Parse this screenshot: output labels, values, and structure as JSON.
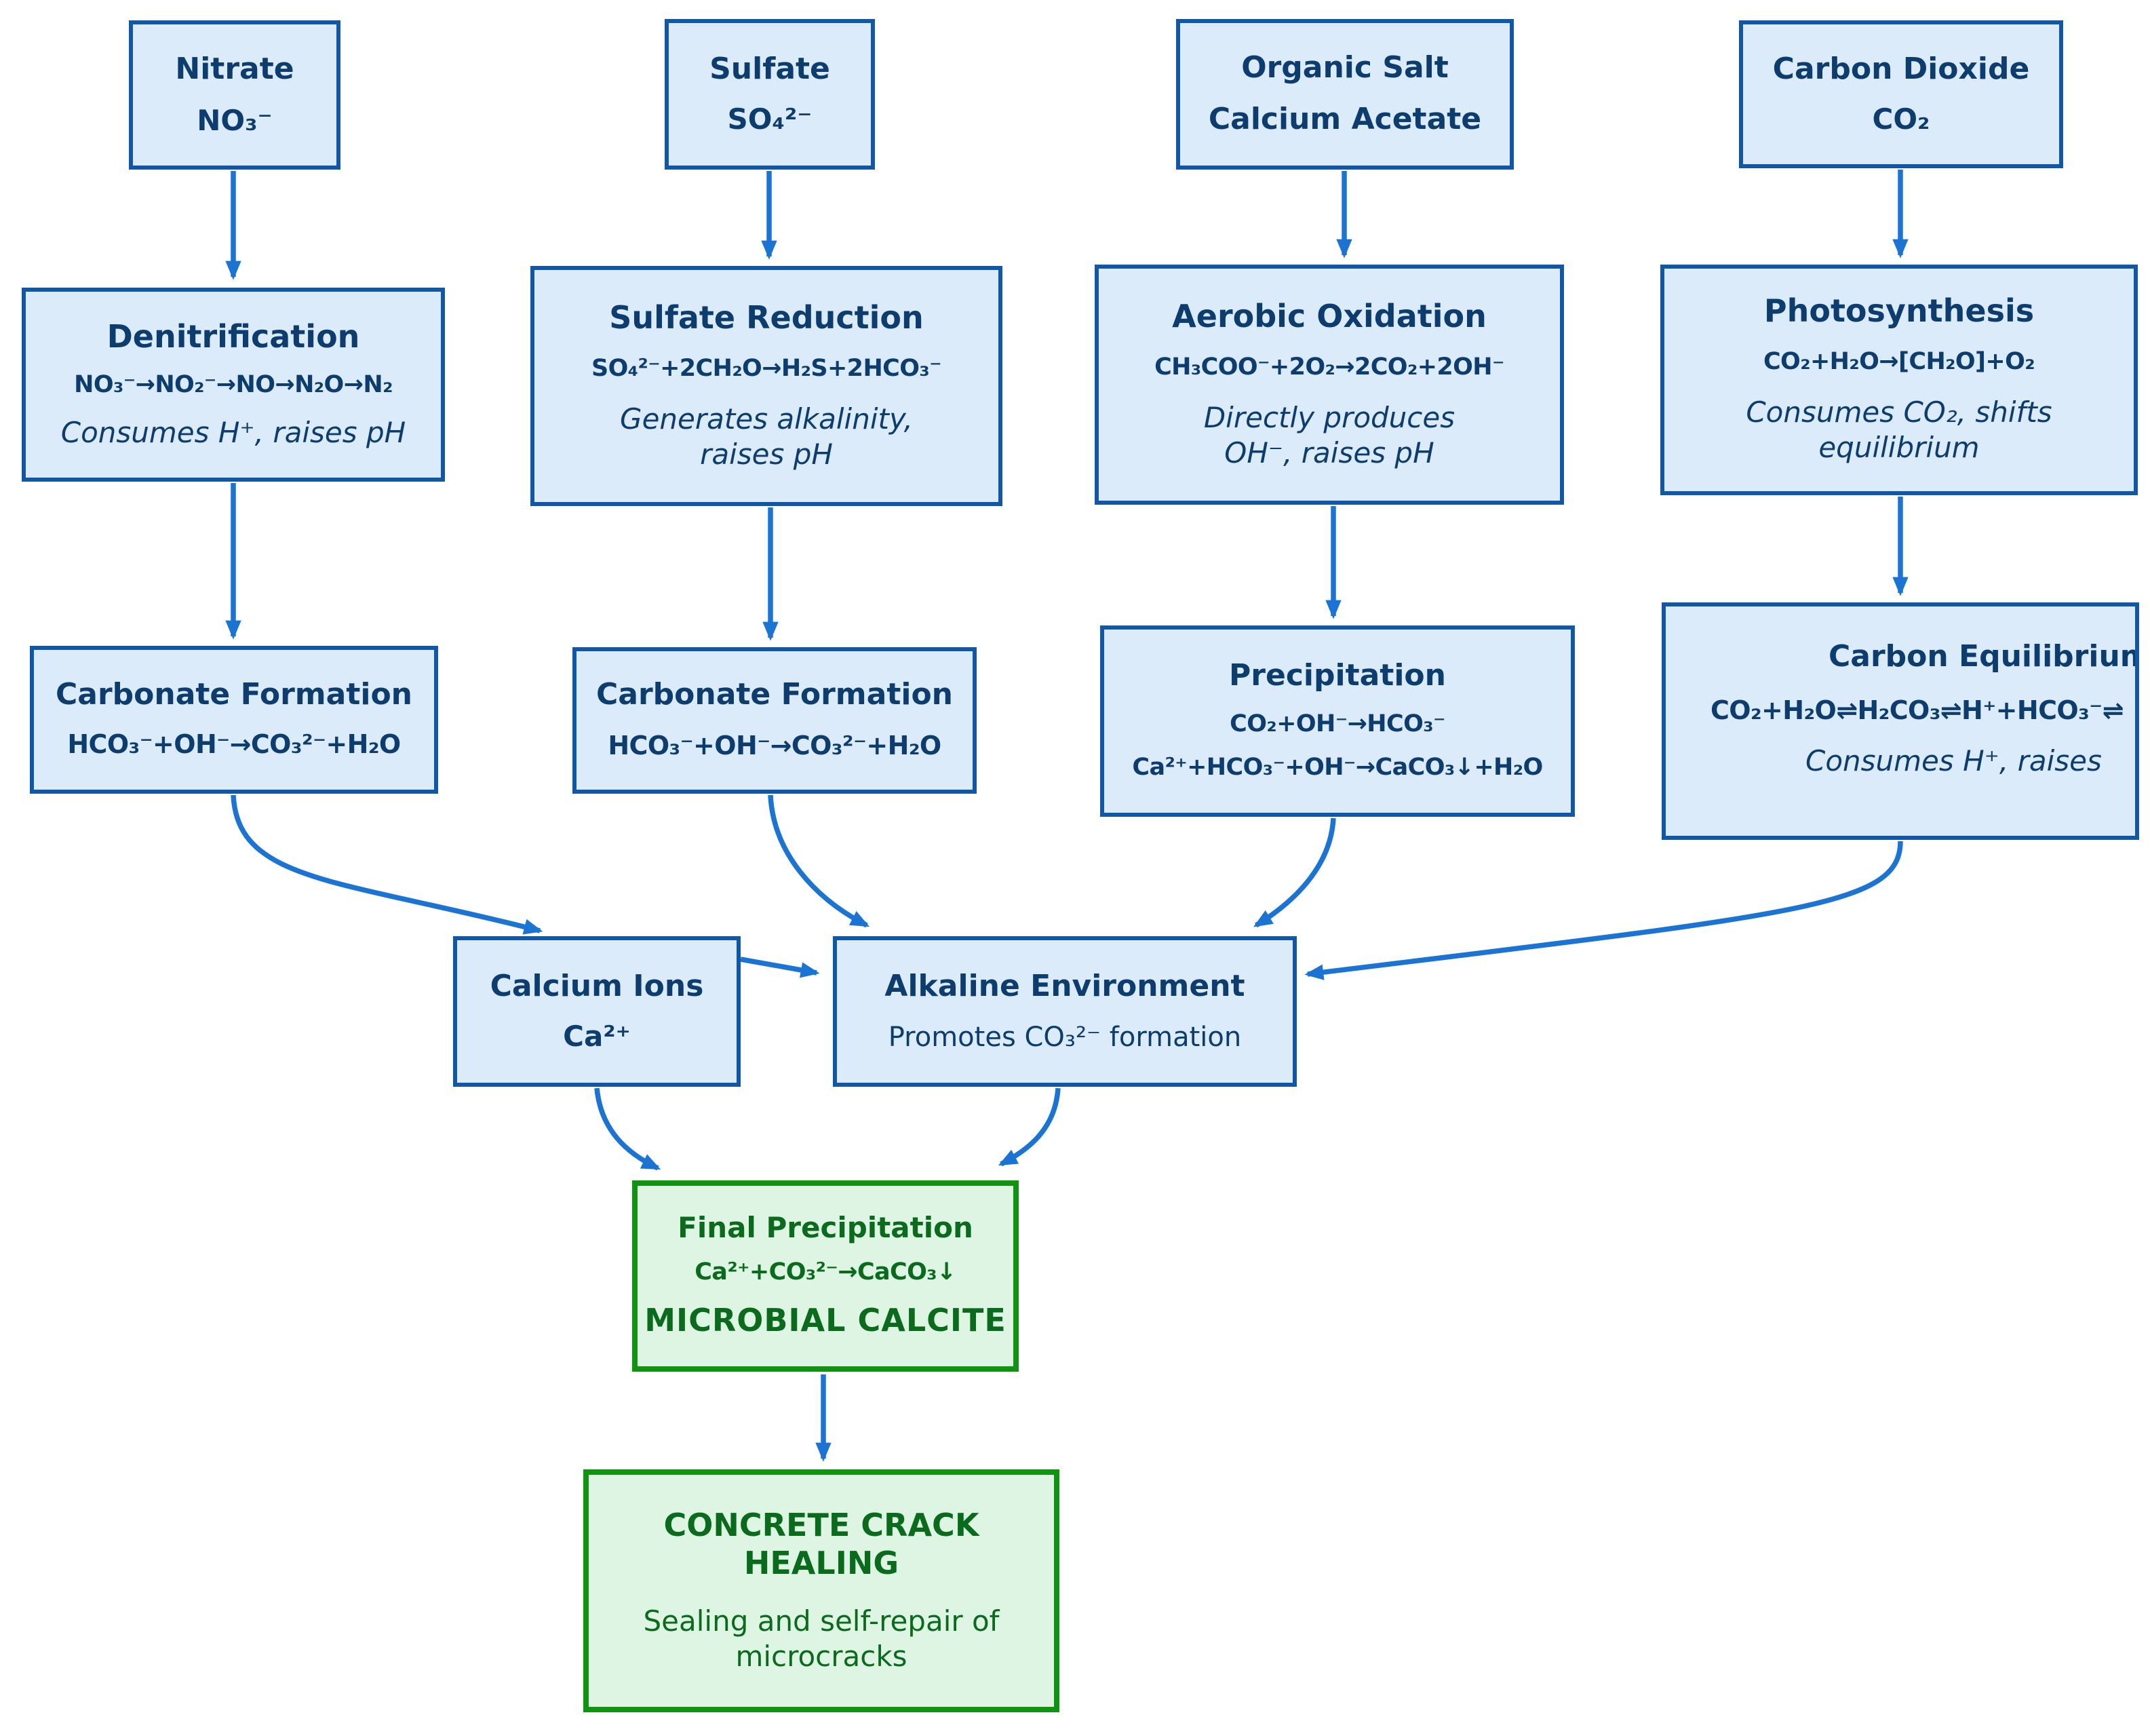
{
  "colors": {
    "box_fill": "#dcebfa",
    "box_border": "#1157a6",
    "box_text": "#0d3d6e",
    "arrow": "#1b74d4",
    "green_fill": "#def5e3",
    "green_border": "#109310",
    "green_text": "#0a6b1c",
    "background": "#ffffff"
  },
  "nodes": {
    "nitrate": {
      "title": "Nitrate",
      "formula": "NO₃⁻"
    },
    "sulfate": {
      "title": "Sulfate",
      "formula": "SO₄²⁻"
    },
    "organic-salt": {
      "title": "Organic Salt",
      "subtitle": "Calcium Acetate"
    },
    "carbon-dioxide": {
      "title": "Carbon Dioxide",
      "formula": "CO₂"
    },
    "denitrification": {
      "title": "Denitrification",
      "formula": "NO₃⁻→NO₂⁻→NO→N₂O→N₂",
      "note": "Consumes H⁺, raises pH"
    },
    "sulfate-reduction": {
      "title": "Sulfate Reduction",
      "formula": "SO₄²⁻+2CH₂O→H₂S+2HCO₃⁻",
      "note": "Generates alkalinity, raises pH"
    },
    "aerobic-oxidation": {
      "title": "Aerobic Oxidation",
      "formula": "CH₃COO⁻+2O₂→2CO₂+2OH⁻",
      "note": "Directly produces OH⁻, raises pH"
    },
    "photosynthesis": {
      "title": "Photosynthesis",
      "formula": "CO₂+H₂O→[CH₂O]+O₂",
      "note": "Consumes CO₂, shifts equilibrium"
    },
    "carbonate-formation-1": {
      "title": "Carbonate Formation",
      "formula": "HCO₃⁻+OH⁻→CO₃²⁻+H₂O"
    },
    "carbonate-formation-2": {
      "title": "Carbonate Formation",
      "formula": "HCO₃⁻+OH⁻→CO₃²⁻+H₂O"
    },
    "precipitation": {
      "title": "Precipitation",
      "formula": "CO₂+OH⁻→HCO₃⁻",
      "formula2": "Ca²⁺+HCO₃⁻+OH⁻→CaCO₃↓+H₂O"
    },
    "carbon-equilibrium": {
      "title": "Carbon Equilibrium",
      "formula": "CO₂+H₂O⇌H₂CO₃⇌H⁺+HCO₃⁻⇌",
      "note": "Consumes H⁺, raises"
    },
    "calcium-ions": {
      "title": "Calcium Ions",
      "formula": "Ca²⁺"
    },
    "alkaline-environment": {
      "title": "Alkaline Environment",
      "note": "Promotes CO₃²⁻ formation"
    },
    "final-precipitation": {
      "title": "Final Precipitation",
      "formula": "Ca²⁺+CO₃²⁻→CaCO₃↓",
      "emphasis": "MICROBIAL CALCITE"
    },
    "concrete-crack-healing": {
      "title": "CONCRETE CRACK HEALING",
      "note": "Sealing and self-repair of microcracks"
    }
  },
  "edges": [
    {
      "from": "nitrate",
      "to": "denitrification"
    },
    {
      "from": "sulfate",
      "to": "sulfate-reduction"
    },
    {
      "from": "organic-salt",
      "to": "aerobic-oxidation"
    },
    {
      "from": "carbon-dioxide",
      "to": "photosynthesis"
    },
    {
      "from": "denitrification",
      "to": "carbonate-formation-1"
    },
    {
      "from": "sulfate-reduction",
      "to": "carbonate-formation-2"
    },
    {
      "from": "aerobic-oxidation",
      "to": "precipitation"
    },
    {
      "from": "photosynthesis",
      "to": "carbon-equilibrium"
    },
    {
      "from": "carbonate-formation-1",
      "to": "calcium-ions"
    },
    {
      "from": "carbonate-formation-2",
      "to": "alkaline-environment"
    },
    {
      "from": "precipitation",
      "to": "alkaline-environment"
    },
    {
      "from": "carbon-equilibrium",
      "to": "alkaline-environment"
    },
    {
      "from": "calcium-ions",
      "to": "alkaline-environment"
    },
    {
      "from": "calcium-ions",
      "to": "final-precipitation"
    },
    {
      "from": "alkaline-environment",
      "to": "final-precipitation"
    },
    {
      "from": "final-precipitation",
      "to": "concrete-crack-healing"
    }
  ]
}
